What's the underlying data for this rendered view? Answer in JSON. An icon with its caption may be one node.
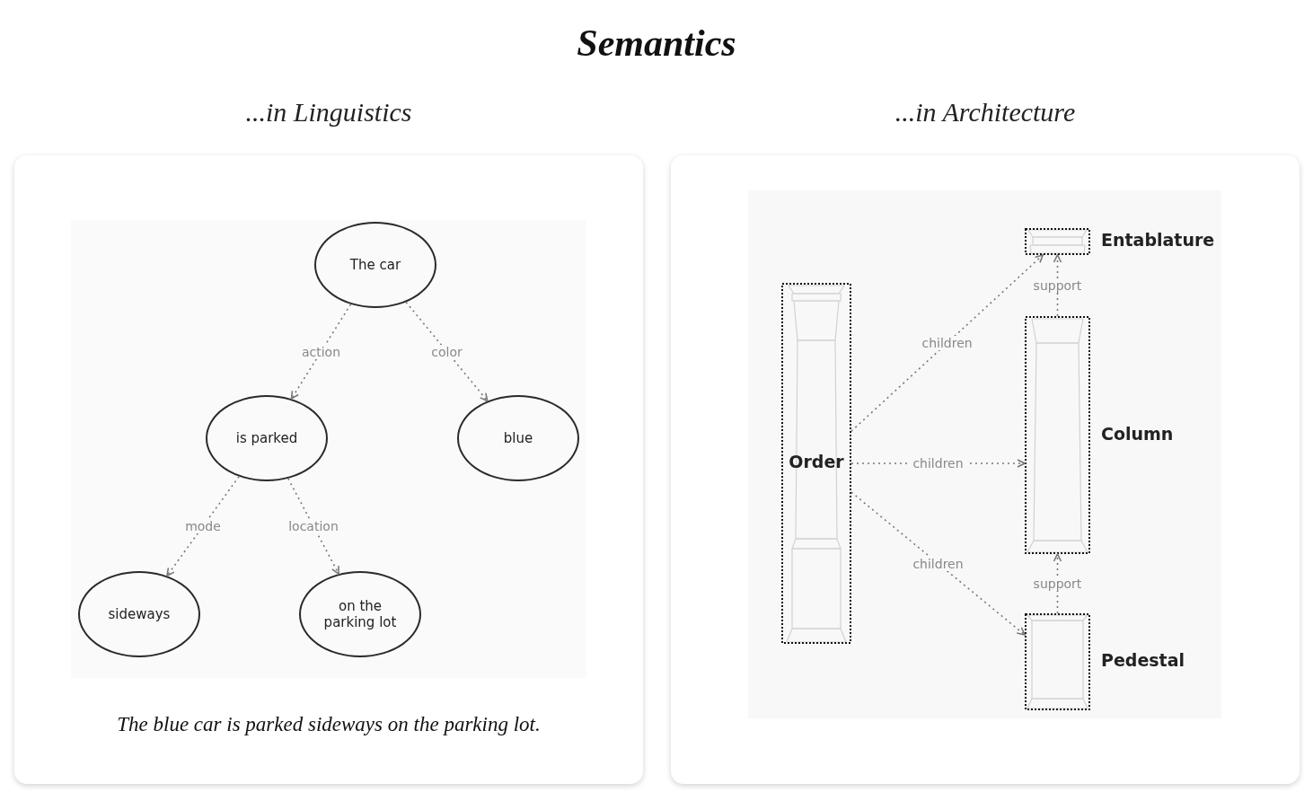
{
  "diagram": {
    "title": "Semantics",
    "nodes": [
      {
        "text": [
          "...in Linguistics",
          "The blue car is parked sideways on the parking lot."
        ]
      },
      {
        "text": [
          "...in Architecture"
        ]
      },
      {
        "text": [
          "The car"
        ],
        "in": 0
      },
      {
        "text": [
          "is parked"
        ],
        "in": 0
      },
      {
        "text": [
          "blue"
        ],
        "in": 0
      },
      {
        "text": [
          "sideways"
        ],
        "in": 0
      },
      {
        "text": [
          "on the parking lot"
        ],
        "in": 0
      },
      {
        "text": [
          "Order"
        ],
        "in": 1
      },
      {
        "text": [
          "Entablature"
        ],
        "in": 1
      },
      {
        "text": [
          "Column"
        ],
        "in": 1
      },
      {
        "text": [
          "Pedestal"
        ],
        "in": 1
      }
    ],
    "edges": [
      {
        "from": 2,
        "to": 3,
        "arrow": "to",
        "label": "action",
        "style": "dashed"
      },
      {
        "from": 2,
        "to": 4,
        "arrow": "to",
        "label": "color",
        "style": "dashed"
      },
      {
        "from": 3,
        "to": 5,
        "arrow": "to",
        "label": "mode",
        "style": "dashed"
      },
      {
        "from": 3,
        "to": 6,
        "arrow": "to",
        "label": "location",
        "style": "dashed"
      },
      {
        "from": 7,
        "to": 8,
        "arrow": "to",
        "label": "children",
        "style": "dashed"
      },
      {
        "from": 7,
        "to": 9,
        "arrow": "to",
        "label": "children",
        "style": "dashed"
      },
      {
        "from": 7,
        "to": 10,
        "arrow": "to",
        "label": "children",
        "style": "dashed"
      },
      {
        "from": 9,
        "to": 8,
        "arrow": "to",
        "label": "support",
        "style": "dashed"
      },
      {
        "from": 10,
        "to": 9,
        "arrow": "to",
        "label": "support",
        "style": "dashed"
      }
    ]
  }
}
